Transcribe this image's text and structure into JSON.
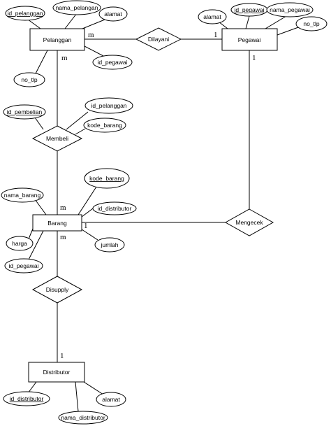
{
  "entities": {
    "pelanggan": "Pelanggan",
    "pegawai": "Pegawai",
    "barang": "Barang",
    "distributor": "Distributor"
  },
  "relationships": {
    "dilayani": "Dilayani",
    "membeli": "Membeli",
    "mengecek": "Mengecek",
    "disupply": "Disupply"
  },
  "attributes": {
    "pelanggan": {
      "id_pelanggan": "id_pelanggan",
      "nama_pelangan": "nama_pelangan",
      "alamat": "alamat",
      "id_pegawai": "id_pegawai",
      "no_tlp": "no_tlp"
    },
    "pegawai": {
      "alamat": "alamat",
      "id_pegawai": "id_pegawai",
      "nama_pegawai": "nama_pegawai",
      "no_tlp": "no_tlp"
    },
    "membeli": {
      "id_pembelian": "id_pembelian",
      "id_pelanggan": "id_pelanggan",
      "kode_barang": "kode_barang"
    },
    "barang": {
      "kode_barang": "kode_barang",
      "nama_barang": "nama_barang",
      "id_distributor": "id_distributor",
      "harga": "harga",
      "jumlah": "jumlah",
      "id_pegawai": "id_pegawai"
    },
    "distributor": {
      "id_distributor": "id_distributor",
      "alamat": "alamat",
      "nama_distributor": "nama_distributor"
    }
  },
  "cardinalities": {
    "pelanggan_dilayani": "m",
    "pegawai_dilayani": "1",
    "pelanggan_membeli": "m",
    "pegawai_mengecek": "1",
    "barang_membeli": "m",
    "barang_mengecek": "1",
    "barang_disupply": "m",
    "distributor_disupply": "1"
  }
}
